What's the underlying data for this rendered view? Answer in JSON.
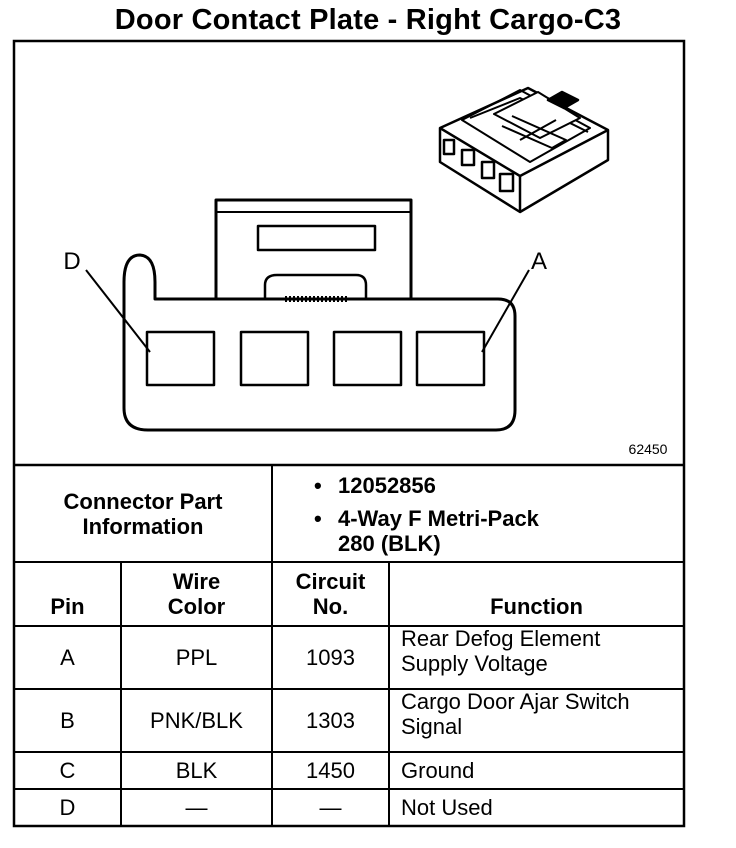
{
  "title": "Door Contact Plate - Right Cargo-C3",
  "diagram": {
    "label_left": "D",
    "label_right": "A",
    "figure_number": "62450"
  },
  "connector_info": {
    "heading_line1": "Connector Part",
    "heading_line2": "Information",
    "bullet1": "12052856",
    "bullet2_line1": "4-Way F Metri-Pack",
    "bullet2_line2": "280 (BLK)",
    "bullet_symbol": "•"
  },
  "columns": {
    "pin": "Pin",
    "wire_color_line1": "Wire",
    "wire_color_line2": "Color",
    "circuit_line1": "Circuit",
    "circuit_line2": "No.",
    "function": "Function"
  },
  "rows": [
    {
      "pin": "A",
      "wire_color": "PPL",
      "circuit": "1093",
      "function_line1": "Rear Defog Element",
      "function_line2": "Supply Voltage"
    },
    {
      "pin": "B",
      "wire_color": "PNK/BLK",
      "circuit": "1303",
      "function_line1": "Cargo Door Ajar Switch",
      "function_line2": "Signal"
    },
    {
      "pin": "C",
      "wire_color": "BLK",
      "circuit": "1450",
      "function_line1": "Ground",
      "function_line2": ""
    },
    {
      "pin": "D",
      "wire_color": "—",
      "circuit": "—",
      "function_line1": "Not Used",
      "function_line2": ""
    }
  ]
}
